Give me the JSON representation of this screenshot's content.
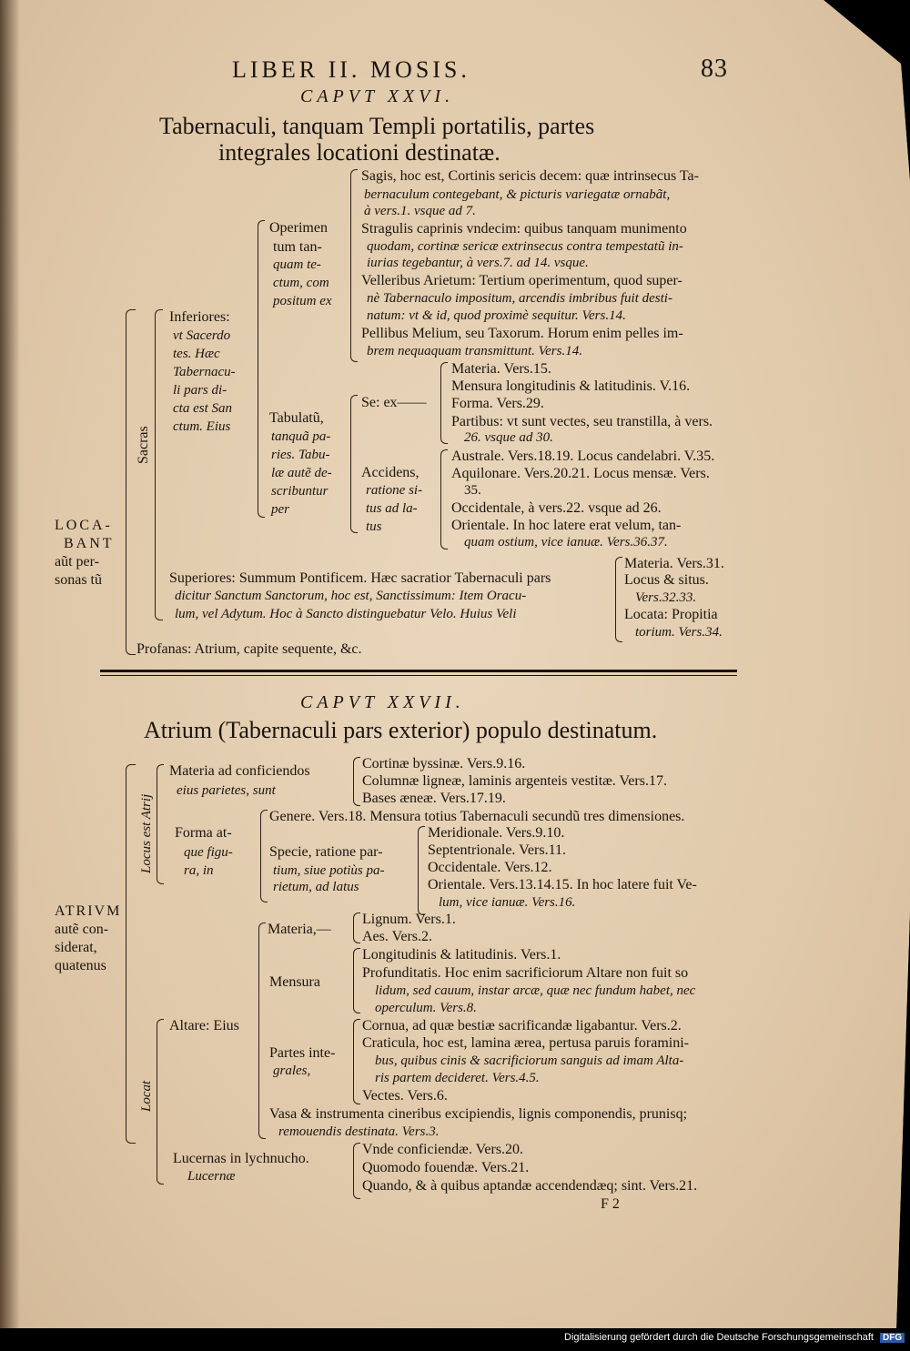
{
  "header": {
    "running_head": "LIBER II. MOSIS.",
    "page_number": "83"
  },
  "chapter1": {
    "caput": "CAPVT XXVI.",
    "title_line1": "Tabernaculi, tanquam Templi portatilis, partes",
    "title_line2": "integrales locationi destinatæ.",
    "root_label": [
      "LOCA-",
      "BANT",
      "aũt per-",
      "sonas tũ"
    ],
    "sacras": "Sacras",
    "inferiores": [
      "Inferiores:",
      "vt Sacerdo",
      "tes. Hæc",
      "Tabernacu-",
      "li pars di-",
      "cta est San",
      "ctum. Eius"
    ],
    "operimentum": [
      "Operimen",
      "tum tan-",
      "quam te-",
      "ctum, com",
      "positum ex"
    ],
    "sagis": [
      "Sagis, hoc est, Cortinis sericis decem: quæ intrinsecus Ta-",
      "bernaculum contegebant, & picturis variegatæ ornabãt,",
      "à vers.1. vsque ad 7."
    ],
    "stragulis": [
      "Stragulis caprinis vndecim: quibus tanquam munimento",
      "quodam, cortinæ sericæ extrinsecus contra tempestatũ in-",
      "iurias tegebantur, à vers.7. ad 14. vsque."
    ],
    "velleribus": [
      "Velleribus Arietum: Tertium operimentum, quod super-",
      "nè Tabernaculo impositum, arcendis imbribus fuit desti-",
      "natum: vt & id, quod proximè sequitur. Vers.14."
    ],
    "pellibus": [
      "Pellibus Melium, seu Taxorum. Horum enim pelles im-",
      "brem nequaquam transmittunt. Vers.14."
    ],
    "tabulatu": [
      "Tabulatũ,",
      "tanquã pa-",
      "ries. Tabu-",
      "læ autẽ de-",
      "scribuntur",
      "per"
    ],
    "se_ex": "Se: ex——",
    "materia": "Materia. Vers.15.",
    "mensura": "Mensura longitudinis & latitudinis. V.16.",
    "forma": "Forma. Vers.29.",
    "partibus": [
      "Partibus: vt sunt vectes, seu transtilla, à vers.",
      "26. vsque ad 30."
    ],
    "accidens": [
      "Accidens,",
      "ratione si-",
      "tus ad la-",
      "tus"
    ],
    "australe": "Australe. Vers.18.19. Locus candelabri. V.35.",
    "aquilonare": [
      "Aquilonare. Vers.20.21. Locus mensæ. Vers.",
      "35."
    ],
    "occidentale": "Occidentale, à vers.22. vsque ad 26.",
    "orientale": [
      "Orientale. In hoc latere erat velum, tan-",
      "quam ostium, vice ianuæ. Vers.36.37."
    ],
    "superiores": [
      "Superiores: Summum Pontificem. Hæc sacratior Tabernaculi pars",
      "dicitur Sanctum Sanctorum, hoc est, Sanctissimum: Item Oracu-",
      "lum, vel Adytum. Hoc à Sancto distinguebatur Velo. Huius Veli"
    ],
    "veli_parts": [
      "Materia. Vers.31.",
      "Locus & situs.",
      "Vers.32.33.",
      "Locata: Propitia",
      "torium. Vers.34."
    ],
    "profanas": "Profanas: Atrium, capite sequente, &c."
  },
  "chapter2": {
    "caput": "CAPVT XXVII.",
    "title": "Atrium (Tabernaculi pars exterior) populo destinatum.",
    "root_label": [
      "ATRIVM",
      "autẽ con-",
      "siderat,",
      "quatenus"
    ],
    "locus": "Locus est Atrij",
    "locat": "Locat",
    "materia_label": [
      "Materia ad conficiendos",
      "eius parietes, sunt"
    ],
    "cortinae": "Cortinæ byssinæ. Vers.9.16.",
    "columnae": "Columnæ ligneæ, laminis argenteis vestitæ. Vers.17.",
    "bases": "Bases æneæ. Vers.17.19.",
    "forma_label": [
      "Forma at-",
      "que figu-",
      "ra, in"
    ],
    "genere": "Genere. Vers.18. Mensura totius Tabernaculi secundũ tres dimensiones.",
    "specie": [
      "Specie, ratione par-",
      "tium, siue potiùs pa-",
      "rietum, ad latus"
    ],
    "meridionale": "Meridionale. Vers.9.10.",
    "septentrionale": "Septentrionale. Vers.11.",
    "occidentale": "Occidentale. Vers.12.",
    "orientale": [
      "Orientale. Vers.13.14.15. In hoc latere fuit Ve-",
      "lum, vice ianuæ. Vers.16."
    ],
    "altare": "Altare: Eius",
    "materia2": "Materia,—",
    "lignum": "Lignum. Vers.1.",
    "aes": "Aes. Vers.2.",
    "mensura2": "Mensura",
    "longitudinis": "Longitudinis & latitudinis. Vers.1.",
    "profunditatis": [
      "Profunditatis. Hoc enim sacrificiorum Altare non fuit so",
      "lidum, sed cauum, instar arcæ, quæ nec fundum habet, nec",
      "operculum. Vers.8."
    ],
    "partes": [
      "Partes inte-",
      "grales,"
    ],
    "cornua": "Cornua, ad quæ bestiæ sacrificandæ ligabantur. Vers.2.",
    "craticula": [
      "Craticula, hoc est, lamina ærea, pertusa paruis foramini-",
      "bus, quibus cinis & sacrificiorum sanguis ad imam Alta-",
      "ris partem decideret. Vers.4.5."
    ],
    "vectes": "Vectes. Vers.6.",
    "vasa": [
      "Vasa & instrumenta cineribus excipiendis, lignis componendis, prunisq;",
      "remouendis destinata. Vers.3."
    ],
    "lucernas": [
      "Lucernas in lychnucho.",
      "Lucernæ"
    ],
    "vnde": "Vnde conficiendæ. Vers.20.",
    "quomodo": "Quomodo fouendæ. Vers.21.",
    "quando": "Quando, & à quibus aptandæ accendendæq; sint. Vers.21.",
    "signature": "F 2"
  },
  "footer": {
    "text": "Digitalisierung gefördert durch die Deutsche Forschungsgemeinschaft",
    "logo": "DFG"
  }
}
